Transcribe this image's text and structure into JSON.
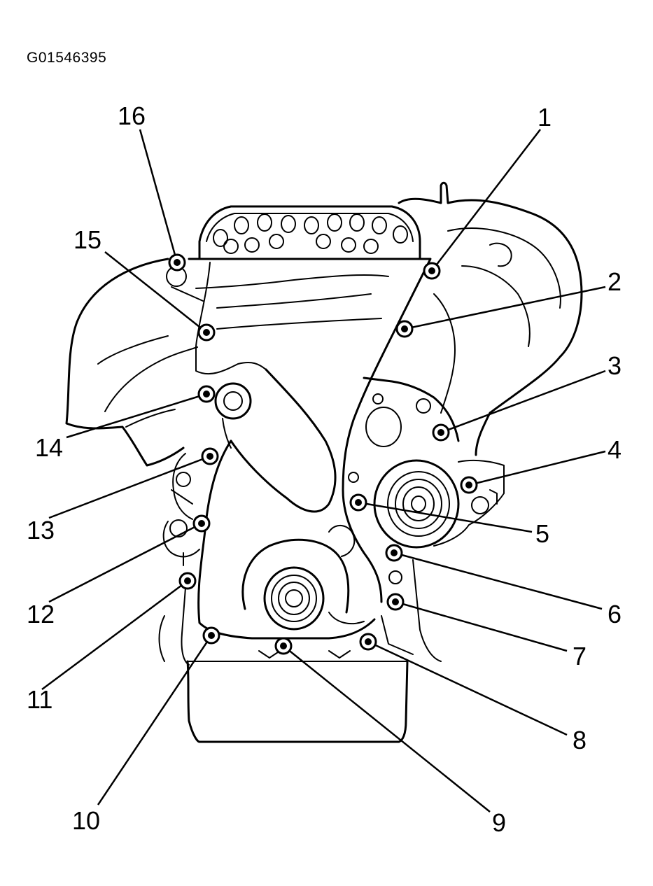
{
  "figure_id": "G01546395",
  "callouts": [
    {
      "label": "1",
      "name": "bolt-1"
    },
    {
      "label": "2",
      "name": "bolt-2"
    },
    {
      "label": "3",
      "name": "bolt-3"
    },
    {
      "label": "4",
      "name": "bolt-4"
    },
    {
      "label": "5",
      "name": "bolt-5"
    },
    {
      "label": "6",
      "name": "bolt-6"
    },
    {
      "label": "7",
      "name": "bolt-7"
    },
    {
      "label": "8",
      "name": "bolt-8"
    },
    {
      "label": "9",
      "name": "bolt-9"
    },
    {
      "label": "10",
      "name": "bolt-10"
    },
    {
      "label": "11",
      "name": "bolt-11"
    },
    {
      "label": "12",
      "name": "bolt-12"
    },
    {
      "label": "13",
      "name": "bolt-13"
    },
    {
      "label": "14",
      "name": "bolt-14"
    },
    {
      "label": "15",
      "name": "bolt-15"
    },
    {
      "label": "16",
      "name": "bolt-16"
    }
  ]
}
